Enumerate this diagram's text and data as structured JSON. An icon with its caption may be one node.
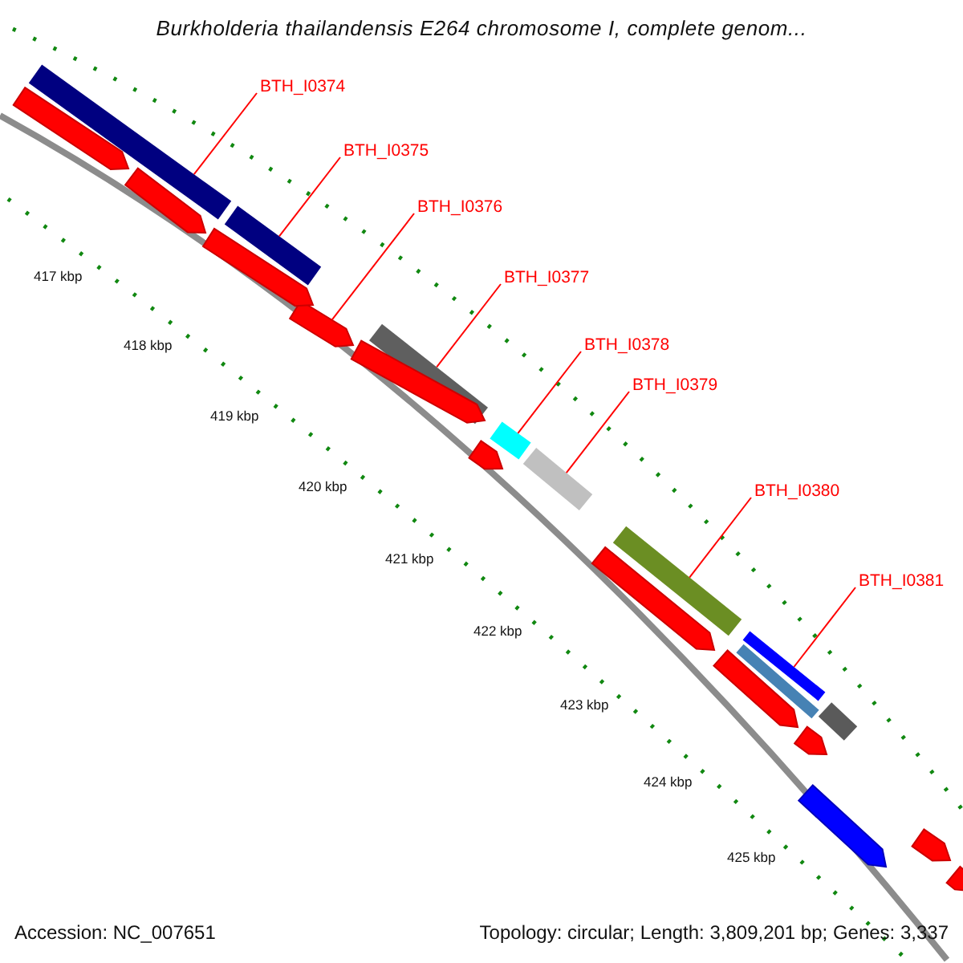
{
  "diagram": {
    "title": "Burkholderia thailandensis E264 chromosome I, complete genom...",
    "nodes": [
      {
        "text": [
          "BTH_I0374"
        ]
      },
      {
        "text": [
          "BTH_I0375"
        ]
      },
      {
        "text": [
          "BTH_I0376"
        ]
      },
      {
        "text": [
          "BTH_I0377"
        ]
      },
      {
        "text": [
          "BTH_I0378"
        ]
      },
      {
        "text": [
          "BTH_I0379"
        ]
      },
      {
        "text": [
          "BTH_I0380"
        ]
      },
      {
        "text": [
          "BTH_I0381"
        ]
      },
      {
        "text": [],
        "shape": "bar"
      },
      {
        "text": [],
        "shape": "bar"
      },
      {
        "text": [],
        "shape": "bar"
      },
      {
        "text": [],
        "shape": "bar"
      },
      {
        "text": [],
        "shape": "bar"
      },
      {
        "text": [],
        "shape": "bar"
      },
      {
        "text": [],
        "shape": "bar"
      },
      {
        "text": [],
        "shape": "bar"
      },
      {
        "text": [],
        "shape": "bar"
      },
      {
        "text": [],
        "shape": "bar"
      },
      {
        "text": [],
        "shape": "bar"
      },
      {
        "text": [],
        "shape": "bar"
      },
      {
        "text": [],
        "shape": "bar"
      },
      {
        "text": [],
        "shape": "bar"
      },
      {
        "text": [],
        "shape": "bar"
      },
      {
        "text": [],
        "shape": "bar"
      },
      {
        "text": [],
        "shape": "bar"
      },
      {
        "text": [],
        "shape": "bar"
      },
      {
        "text": [],
        "shape": "bar"
      },
      {
        "text": [],
        "shape": "bar"
      },
      {
        "text": [],
        "shape": "bar"
      }
    ],
    "edges": [
      {
        "from": 0,
        "to": 8,
        "arrow": "none"
      },
      {
        "from": 1,
        "to": 9,
        "arrow": "none"
      },
      {
        "from": 2,
        "to": 10,
        "arrow": "none"
      },
      {
        "from": 3,
        "to": 11,
        "arrow": "none"
      },
      {
        "from": 4,
        "to": 12,
        "arrow": "none"
      },
      {
        "from": 5,
        "to": 13,
        "arrow": "none"
      },
      {
        "from": 6,
        "to": 14,
        "arrow": "none"
      },
      {
        "from": 7,
        "to": 15,
        "arrow": "none"
      }
    ],
    "labels": [
      "417 kbp",
      "418 kbp",
      "419 kbp",
      "420 kbp",
      "421 kbp",
      "422 kbp",
      "423 kbp",
      "424 kbp",
      "425 kbp",
      "Accession: NC_007651",
      "Topology: circular; Length: 3,809,201 bp; Genes: 3,337"
    ]
  }
}
